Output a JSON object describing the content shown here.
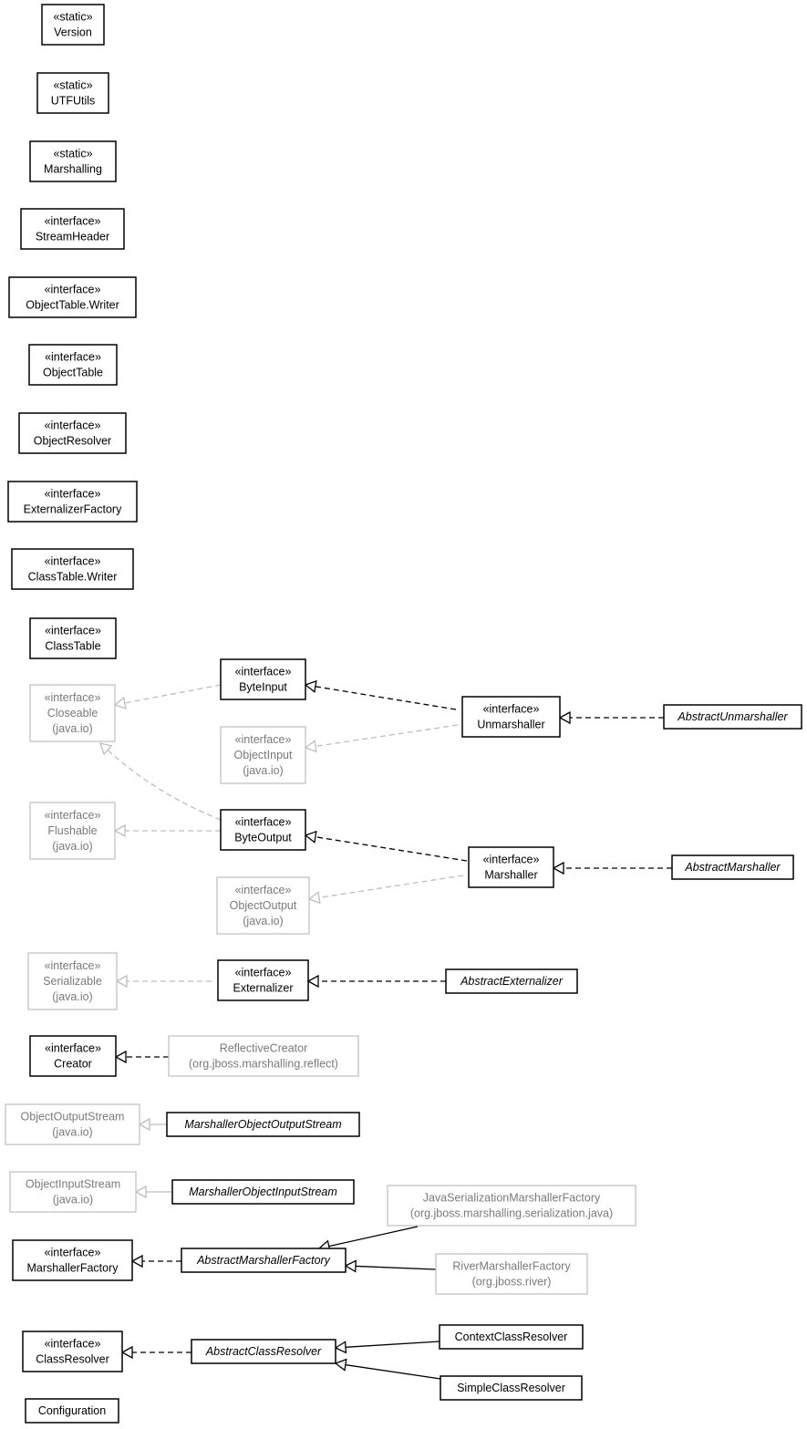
{
  "nodes": [
    {
      "id": "version",
      "name": "version-class",
      "lines": [
        "«static»",
        "Version"
      ]
    },
    {
      "id": "utfutils",
      "name": "utfutils-class",
      "lines": [
        "«static»",
        "UTFUtils"
      ]
    },
    {
      "id": "marshalling",
      "name": "marshalling-class",
      "lines": [
        "«static»",
        "Marshalling"
      ]
    },
    {
      "id": "streamheader",
      "name": "streamheader-interface",
      "lines": [
        "«interface»",
        "StreamHeader"
      ]
    },
    {
      "id": "objecttablewriter",
      "name": "objecttable-writer-interface",
      "lines": [
        "«interface»",
        "ObjectTable.Writer"
      ]
    },
    {
      "id": "objecttable",
      "name": "objecttable-interface",
      "lines": [
        "«interface»",
        "ObjectTable"
      ]
    },
    {
      "id": "objectresolver",
      "name": "objectresolver-interface",
      "lines": [
        "«interface»",
        "ObjectResolver"
      ]
    },
    {
      "id": "externalizerfactory",
      "name": "externalizerfactory-interface",
      "lines": [
        "«interface»",
        "ExternalizerFactory"
      ]
    },
    {
      "id": "classtablewriter",
      "name": "classtable-writer-interface",
      "lines": [
        "«interface»",
        "ClassTable.Writer"
      ]
    },
    {
      "id": "classtable",
      "name": "classtable-interface",
      "lines": [
        "«interface»",
        "ClassTable"
      ]
    },
    {
      "id": "closeable",
      "name": "closeable-interface",
      "ext": true,
      "lines": [
        "«interface»",
        "Closeable",
        "(java.io)"
      ]
    },
    {
      "id": "byteinput",
      "name": "byteinput-interface",
      "lines": [
        "«interface»",
        "ByteInput"
      ]
    },
    {
      "id": "objectinput",
      "name": "objectinput-interface",
      "ext": true,
      "lines": [
        "«interface»",
        "ObjectInput",
        "(java.io)"
      ]
    },
    {
      "id": "unmarshaller",
      "name": "unmarshaller-interface",
      "lines": [
        "«interface»",
        "Unmarshaller"
      ]
    },
    {
      "id": "abstractunmarshaller",
      "name": "abstractunmarshaller-class",
      "abstract": true,
      "lines": [
        "AbstractUnmarshaller"
      ]
    },
    {
      "id": "flushable",
      "name": "flushable-interface",
      "ext": true,
      "lines": [
        "«interface»",
        "Flushable",
        "(java.io)"
      ]
    },
    {
      "id": "byteoutput",
      "name": "byteoutput-interface",
      "lines": [
        "«interface»",
        "ByteOutput"
      ]
    },
    {
      "id": "objectoutput",
      "name": "objectoutput-interface",
      "ext": true,
      "lines": [
        "«interface»",
        "ObjectOutput",
        "(java.io)"
      ]
    },
    {
      "id": "marshaller",
      "name": "marshaller-interface",
      "lines": [
        "«interface»",
        "Marshaller"
      ]
    },
    {
      "id": "abstractmarshaller",
      "name": "abstractmarshaller-class",
      "abstract": true,
      "lines": [
        "AbstractMarshaller"
      ]
    },
    {
      "id": "serializable",
      "name": "serializable-interface",
      "ext": true,
      "lines": [
        "«interface»",
        "Serializable",
        "(java.io)"
      ]
    },
    {
      "id": "externalizer",
      "name": "externalizer-interface",
      "lines": [
        "«interface»",
        "Externalizer"
      ]
    },
    {
      "id": "abstractexternalizer",
      "name": "abstractexternalizer-class",
      "abstract": true,
      "lines": [
        "AbstractExternalizer"
      ]
    },
    {
      "id": "creator",
      "name": "creator-interface",
      "lines": [
        "«interface»",
        "Creator"
      ]
    },
    {
      "id": "reflectivecreator",
      "name": "reflectivecreator-class",
      "ext": true,
      "lines": [
        "ReflectiveCreator",
        "(org.jboss.marshalling.reflect)"
      ]
    },
    {
      "id": "objectoutputstream",
      "name": "objectoutputstream-class",
      "ext": true,
      "lines": [
        "ObjectOutputStream",
        "(java.io)"
      ]
    },
    {
      "id": "marshallerobjectoutputstream",
      "name": "marshallerobjectoutputstream-class",
      "abstract": true,
      "lines": [
        "MarshallerObjectOutputStream"
      ]
    },
    {
      "id": "objectinputstream",
      "name": "objectinputstream-class",
      "ext": true,
      "lines": [
        "ObjectInputStream",
        "(java.io)"
      ]
    },
    {
      "id": "marshallerobjectinputstream",
      "name": "marshallerobjectinputstream-class",
      "abstract": true,
      "lines": [
        "MarshallerObjectInputStream"
      ]
    },
    {
      "id": "javaserializationmarshallerfactory",
      "name": "javaserializationmarshallerfactory-class",
      "ext": true,
      "lines": [
        "JavaSerializationMarshallerFactory",
        "(org.jboss.marshalling.serialization.java)"
      ]
    },
    {
      "id": "marshallerfactory",
      "name": "marshallerfactory-interface",
      "lines": [
        "«interface»",
        "MarshallerFactory"
      ]
    },
    {
      "id": "abstractmarshallerfactory",
      "name": "abstractmarshallerfactory-class",
      "abstract": true,
      "lines": [
        "AbstractMarshallerFactory"
      ]
    },
    {
      "id": "rivermarshallerfactory",
      "name": "rivermarshallerfactory-class",
      "ext": true,
      "lines": [
        "RiverMarshallerFactory",
        "(org.jboss.river)"
      ]
    },
    {
      "id": "classresolver",
      "name": "classresolver-interface",
      "lines": [
        "«interface»",
        "ClassResolver"
      ]
    },
    {
      "id": "abstractclassresolver",
      "name": "abstractclassresolver-class",
      "abstract": true,
      "lines": [
        "AbstractClassResolver"
      ]
    },
    {
      "id": "contextclassresolver",
      "name": "contextclassresolver-class",
      "lines": [
        "ContextClassResolver"
      ]
    },
    {
      "id": "simpleclassresolver",
      "name": "simpleclassresolver-class",
      "lines": [
        "SimpleClassResolver"
      ]
    },
    {
      "id": "configuration",
      "name": "configuration-class",
      "lines": [
        "Configuration"
      ]
    }
  ],
  "edges": [
    {
      "from": "byteinput",
      "to": "closeable",
      "kind": "realization",
      "ext": true
    },
    {
      "from": "unmarshaller",
      "to": "byteinput",
      "kind": "realization"
    },
    {
      "from": "unmarshaller",
      "to": "objectinput",
      "kind": "realization",
      "ext": true
    },
    {
      "from": "abstractunmarshaller",
      "to": "unmarshaller",
      "kind": "realization"
    },
    {
      "from": "byteoutput",
      "to": "closeable",
      "kind": "realization",
      "ext": true
    },
    {
      "from": "byteoutput",
      "to": "flushable",
      "kind": "realization",
      "ext": true
    },
    {
      "from": "marshaller",
      "to": "byteoutput",
      "kind": "realization"
    },
    {
      "from": "marshaller",
      "to": "objectoutput",
      "kind": "realization",
      "ext": true
    },
    {
      "from": "abstractmarshaller",
      "to": "marshaller",
      "kind": "realization"
    },
    {
      "from": "externalizer",
      "to": "serializable",
      "kind": "realization",
      "ext": true
    },
    {
      "from": "abstractexternalizer",
      "to": "externalizer",
      "kind": "realization"
    },
    {
      "from": "reflectivecreator",
      "to": "creator",
      "kind": "realization"
    },
    {
      "from": "marshallerobjectoutputstream",
      "to": "objectoutputstream",
      "kind": "generalization",
      "ext": true
    },
    {
      "from": "marshallerobjectinputstream",
      "to": "objectinputstream",
      "kind": "generalization",
      "ext": true
    },
    {
      "from": "abstractmarshallerfactory",
      "to": "marshallerfactory",
      "kind": "realization"
    },
    {
      "from": "javaserializationmarshallerfactory",
      "to": "abstractmarshallerfactory",
      "kind": "generalization"
    },
    {
      "from": "rivermarshallerfactory",
      "to": "abstractmarshallerfactory",
      "kind": "generalization"
    },
    {
      "from": "abstractclassresolver",
      "to": "classresolver",
      "kind": "realization"
    },
    {
      "from": "contextclassresolver",
      "to": "abstractclassresolver",
      "kind": "generalization"
    },
    {
      "from": "simpleclassresolver",
      "to": "abstractclassresolver",
      "kind": "generalization"
    }
  ]
}
